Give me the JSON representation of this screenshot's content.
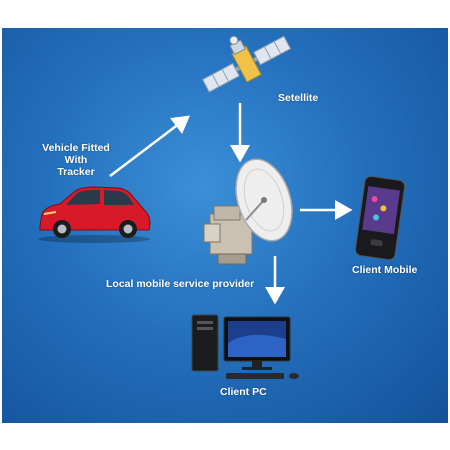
{
  "labels": {
    "satellite": "Setellite",
    "vehicle": [
      "Vehicle Fitted",
      "With",
      "Tracker"
    ],
    "provider": "Local mobile service provider",
    "client_mobile": "Client Mobile",
    "client_pc": "Client PC"
  },
  "colors": {
    "background_center": "#3c8fd6",
    "background_edge": "#13529a",
    "arrow": "#ffffff",
    "label": "#ffffff",
    "car": "#d8192a"
  },
  "icons": [
    "satellite-icon",
    "car-icon",
    "satellite-dish-icon",
    "mobile-phone-icon",
    "desktop-pc-icon"
  ]
}
